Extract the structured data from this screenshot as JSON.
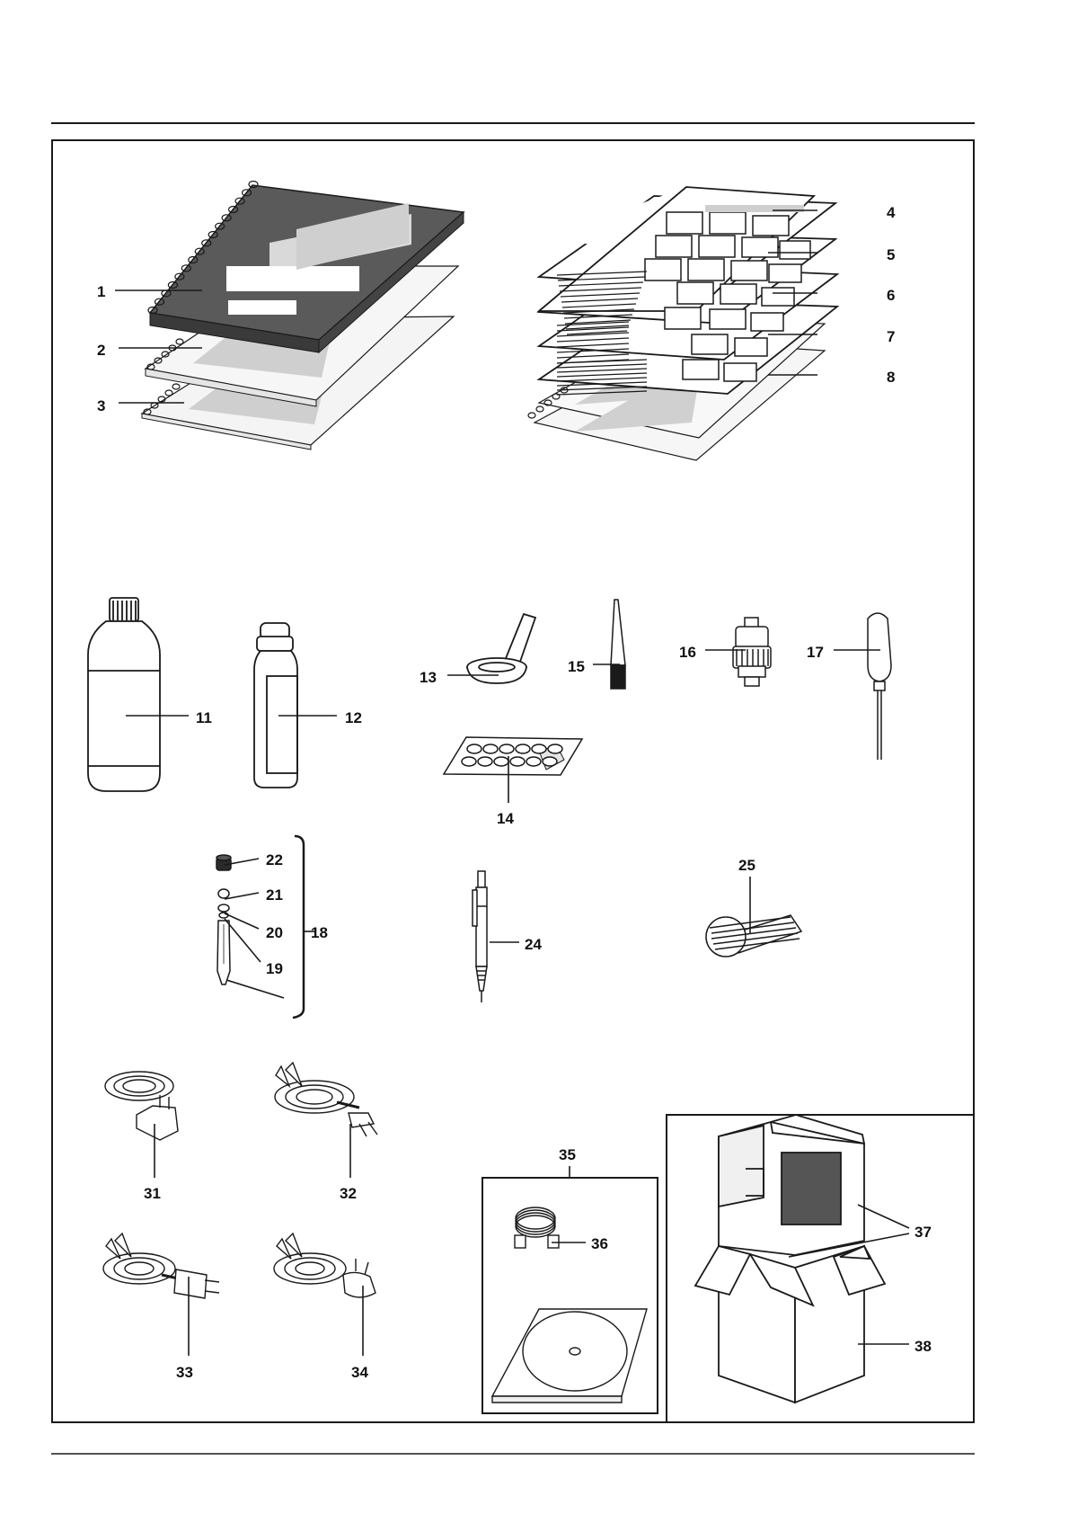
{
  "labels": {
    "1": "1",
    "2": "2",
    "3": "3",
    "4": "4",
    "5": "5",
    "6": "6",
    "7": "7",
    "8": "8",
    "11": "11",
    "12": "12",
    "13": "13",
    "14": "14",
    "15": "15",
    "16": "16",
    "17": "17",
    "18": "18",
    "19": "19",
    "20": "20",
    "21": "21",
    "22": "22",
    "24": "24",
    "25": "25",
    "31": "31",
    "32": "32",
    "33": "33",
    "34": "34",
    "35": "35",
    "36": "36",
    "37": "37",
    "38": "38"
  },
  "colors": {
    "line": "#1a1a1a",
    "dark_cover": "#5a5a5a",
    "light_panel": "#d4d4d4",
    "mid_panel": "#bdbdbd"
  }
}
